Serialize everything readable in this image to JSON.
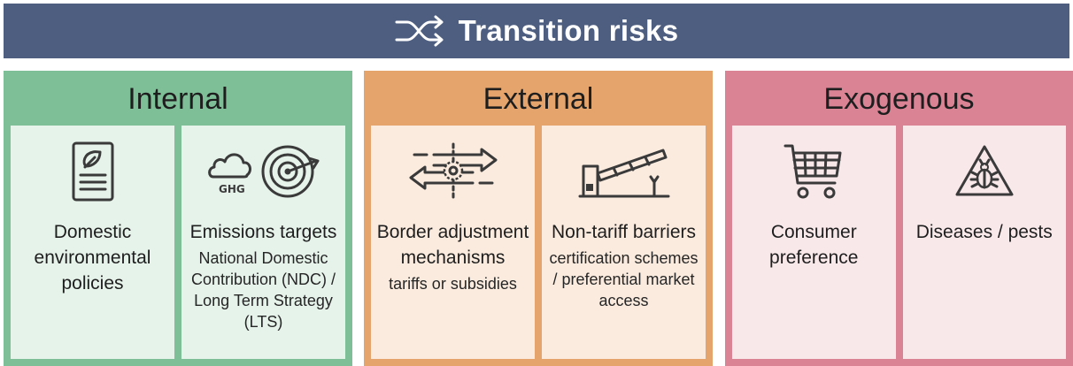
{
  "header": {
    "title": "Transition risks",
    "icon": "shuffle-arrows-icon"
  },
  "groups": [
    {
      "title": "Internal",
      "color": "#7fbf98",
      "cells": [
        {
          "icon": "document-leaf-icon",
          "title": "Domestic environmental policies",
          "subtitle": ""
        },
        {
          "icon": "ghg-cloud-target-icon",
          "icon_label": "GHG",
          "title": "Emissions targets",
          "subtitle": "National Domestic Contribution (NDC) / Long Term Strategy (LTS)"
        }
      ]
    },
    {
      "title": "External",
      "color": "#e5a46c",
      "cells": [
        {
          "icon": "border-arrows-gear-icon",
          "title": "Border adjustment mechanisms",
          "subtitle": "tariffs or subsidies"
        },
        {
          "icon": "barrier-gate-icon",
          "title": "Non-tariff barriers",
          "subtitle": "certification schemes / preferential market access"
        }
      ]
    },
    {
      "title": "Exogenous",
      "color": "#d98395",
      "cells": [
        {
          "icon": "shopping-cart-icon",
          "title": "Consumer preference",
          "subtitle": ""
        },
        {
          "icon": "pest-warning-icon",
          "title": "Diseases / pests",
          "subtitle": ""
        }
      ]
    }
  ]
}
